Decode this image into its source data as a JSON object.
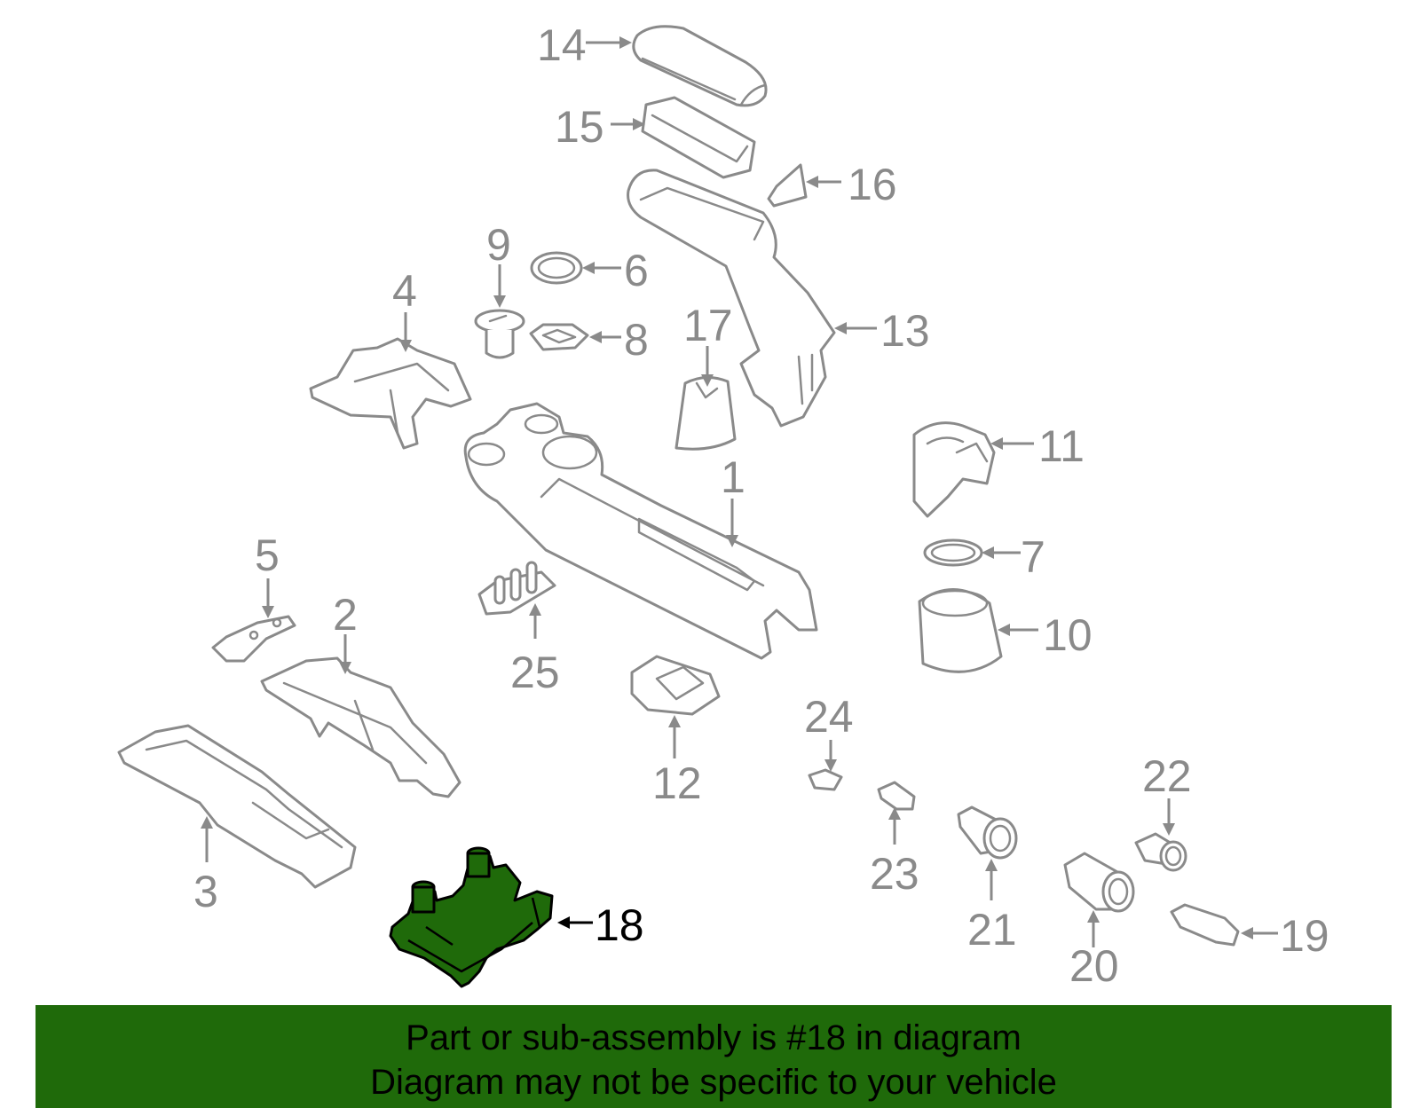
{
  "diagram": {
    "highlighted_part": "18",
    "highlight_color": "#1f6a0a",
    "part_color": "#8a8a8a",
    "callouts": {
      "p1": "1",
      "p2": "2",
      "p3": "3",
      "p4": "4",
      "p5": "5",
      "p6": "6",
      "p7": "7",
      "p8": "8",
      "p9": "9",
      "p10": "10",
      "p11": "11",
      "p12": "12",
      "p13": "13",
      "p14": "14",
      "p15": "15",
      "p16": "16",
      "p17": "17",
      "p18": "18",
      "p19": "19",
      "p20": "20",
      "p21": "21",
      "p22": "22",
      "p23": "23",
      "p24": "24",
      "p25": "25"
    }
  },
  "banner": {
    "line1": "Part or sub-assembly is #18 in diagram",
    "line2": "Diagram may not be specific to your vehicle",
    "background": "#1f6a0a"
  }
}
